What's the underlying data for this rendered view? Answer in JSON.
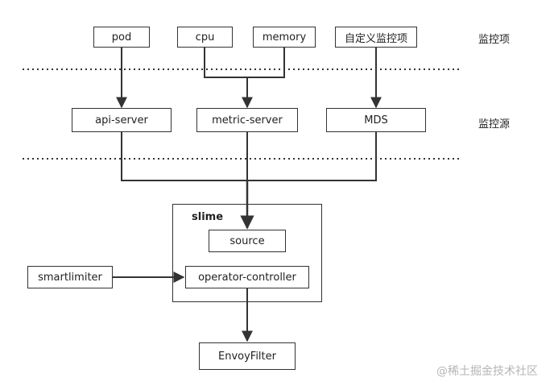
{
  "diagram": {
    "nodes": {
      "pod": "pod",
      "cpu": "cpu",
      "memory": "memory",
      "custom": "自定义监控项",
      "api_server": "api-server",
      "metric_server": "metric-server",
      "mds": "MDS",
      "source": "source",
      "operator_controller": "operator-controller",
      "smartlimiter": "smartlimiter",
      "envoyfilter": "EnvoyFilter"
    },
    "group_label": "slime",
    "layer_labels": {
      "metrics": "监控项",
      "sources": "监控源"
    },
    "edges": [
      [
        "pod",
        "api_server"
      ],
      [
        "cpu",
        "metric_server"
      ],
      [
        "memory",
        "metric_server"
      ],
      [
        "custom",
        "mds"
      ],
      [
        "api_server",
        "source"
      ],
      [
        "metric_server",
        "source"
      ],
      [
        "mds",
        "source"
      ],
      [
        "smartlimiter",
        "operator_controller"
      ],
      [
        "operator_controller",
        "envoyfilter"
      ]
    ]
  },
  "watermark": "@稀土掘金技术社区"
}
